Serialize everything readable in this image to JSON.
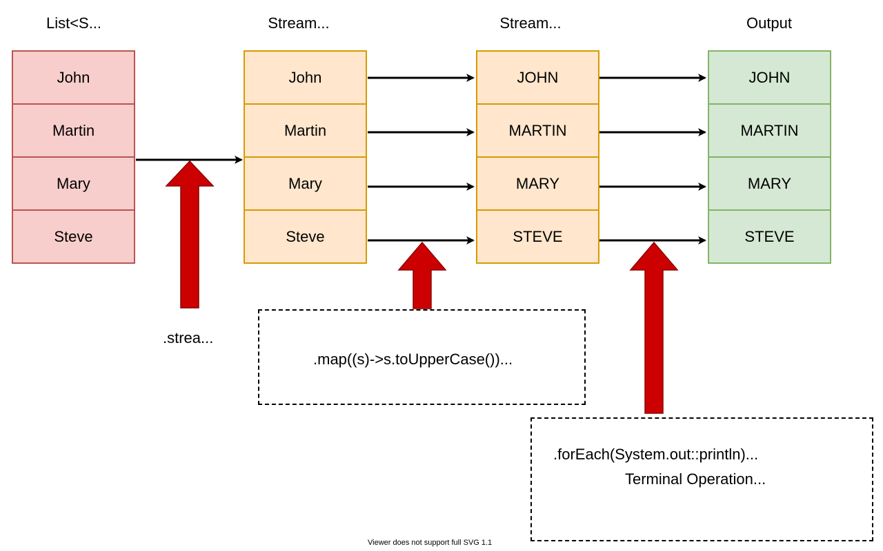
{
  "columns": {
    "list": {
      "title": "List<S...",
      "items": [
        "John",
        "Martin",
        "Mary",
        "Steve"
      ]
    },
    "stream1": {
      "title": "Stream...",
      "items": [
        "John",
        "Martin",
        "Mary",
        "Steve"
      ]
    },
    "stream2": {
      "title": "Stream...",
      "items": [
        "JOHN",
        "MARTIN",
        "MARY",
        "STEVE"
      ]
    },
    "output": {
      "title": "Output",
      "items": [
        "JOHN",
        "MARTIN",
        "MARY",
        "STEVE"
      ]
    }
  },
  "colors": {
    "list_fill": "#f8cecc",
    "list_stroke": "#b85450",
    "stream_fill": "#ffe6cc",
    "stream_stroke": "#d79b00",
    "output_fill": "#d5e8d4",
    "output_stroke": "#82b366",
    "big_arrow_fill": "#cc0000",
    "big_arrow_stroke": "#8b0000"
  },
  "labels": {
    "stream_op": ".strea...",
    "map_op": ".map((s)->s.toUpperCase())...",
    "foreach_op": ".forEach(System.out::println)...",
    "terminal_op": "Terminal Operation..."
  },
  "footer": "Viewer does not support full SVG 1.1"
}
